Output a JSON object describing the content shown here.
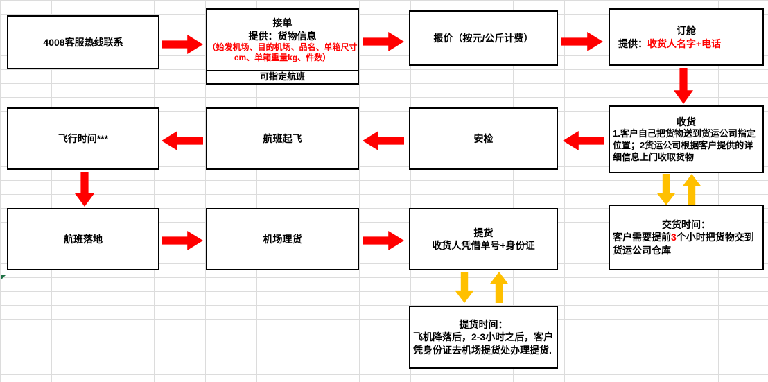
{
  "app": {
    "type": "spreadsheet-flowchart",
    "subject": "air cargo service process"
  },
  "colors": {
    "arrow_red": "#FF0000",
    "arrow_yellow": "#FFC000",
    "highlight_red": "#FF0000",
    "grid_line": "#DCDCDC",
    "box_border": "#000000",
    "cell_flag_green": "#1E7145"
  },
  "boxes": {
    "hotline": {
      "text": "4008客服热线联系"
    },
    "order": {
      "title": "接单",
      "provide": "提供：货物信息",
      "detail_red": "（始发机场、目的机场、品名、单箱尺寸cm、单箱重量kg、件数）",
      "footer": "可指定航班"
    },
    "quote": {
      "text": "报价（按元/公斤计费）"
    },
    "booking": {
      "title": "订舱",
      "provide_label": "提供：",
      "provide_red": "收货人名字+电话"
    },
    "receive": {
      "title": "收货",
      "body": "1.客户自己把货物送到货运公司指定位置；2货运公司根据客户提供的详细信息上门收取货物"
    },
    "security_check": {
      "text": "安检"
    },
    "takeoff": {
      "text": "航班起飞"
    },
    "flight_time": {
      "text": "飞行时间***"
    },
    "delivery_time": {
      "title": "交货时间：",
      "body_pre": "客户需要提前",
      "body_red": "3",
      "body_post": "个小时把货物交到货运公司仓库"
    },
    "landing": {
      "text": "航班落地"
    },
    "tally": {
      "text": "机场理货"
    },
    "pickup": {
      "title": "提货",
      "line2": "收货人凭借单号+身份证"
    },
    "pickup_time": {
      "title": "提货时间：",
      "body": "飞机降落后，2-3小时之后，客户凭身份证去机场提货处办理提货."
    }
  }
}
